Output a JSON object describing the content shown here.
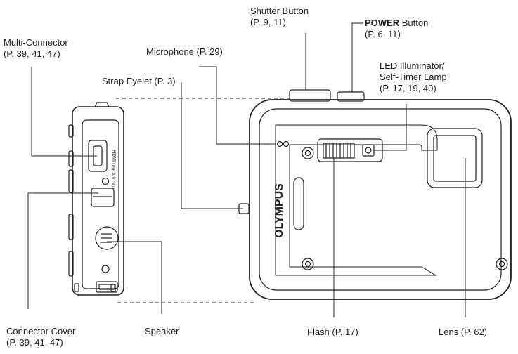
{
  "callouts": {
    "multi_connector": {
      "name": "Multi-Connector",
      "pages": "(P. 39, 41, 47)"
    },
    "microphone": {
      "name": "Microphone (P. 29)"
    },
    "strap_eyelet": {
      "name": "Strap Eyelet (P. 3)"
    },
    "shutter_button": {
      "name": "Shutter Button",
      "pages": "(P. 9, 11)"
    },
    "power_button": {
      "name_bold": "POWER",
      "name_rest": " Button",
      "pages": "(P. 6, 11)"
    },
    "led_illuminator": {
      "line1": "LED Illuminator/",
      "line2": "Self-Timer Lamp",
      "pages": "(P. 17, 19, 40)"
    },
    "connector_cover": {
      "name": "Connector Cover",
      "pages": "(P. 39, 41, 47)"
    },
    "speaker": {
      "name": "Speaker"
    },
    "flash": {
      "name": "Flash (P. 17)"
    },
    "lens": {
      "name": "Lens (P. 62)"
    }
  },
  "camera": {
    "brand_text": "OLYMPUS",
    "port_labels": {
      "hdmi": "HDMI",
      "usb_av": "USB A/V OUT"
    }
  },
  "colors": {
    "line": "#231f20",
    "background": "#ffffff"
  }
}
